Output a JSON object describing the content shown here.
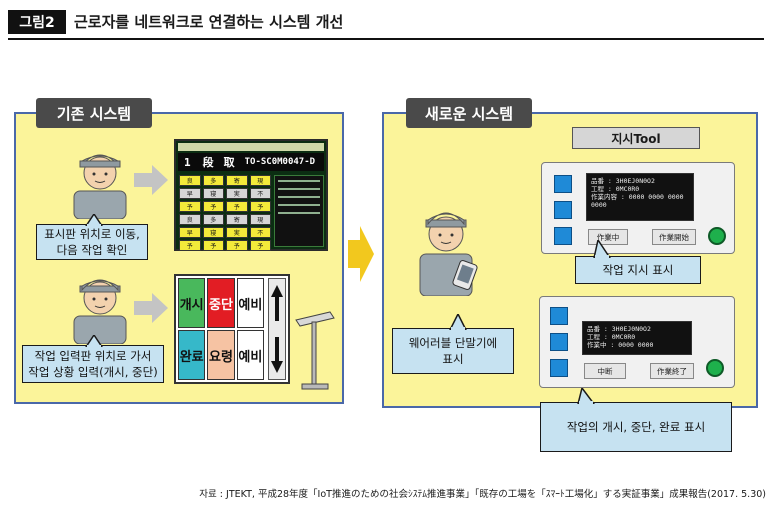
{
  "header": {
    "figure_label": "그림2",
    "title": "근로자를 네트워크로 연결하는 시스템 개선"
  },
  "left_panel": {
    "tag": "기존 시스템",
    "callout_top": [
      "표시판 위치로 이동,",
      "다음 작업 확인"
    ],
    "callout_bottom": [
      "작업 입력판 위치로 가서",
      "작업 상황 입력(개시, 중단)"
    ],
    "display_panel": {
      "row_number": "1",
      "row_text_a": "段",
      "row_text_b": "取",
      "row_code": "TO-SC0M0047-D",
      "key_labels": [
        "良",
        "多",
        "寄",
        "現",
        "早",
        "寝",
        "実",
        "不",
        "予",
        "予",
        "予",
        "予"
      ]
    },
    "input_board": {
      "cells": [
        {
          "label": "개시",
          "color": "#49b85c"
        },
        {
          "label": "중단",
          "color": "#e21d24"
        },
        {
          "label": "예비",
          "color": "#ffffff"
        },
        {
          "label": "완료",
          "color": "#36b8c9"
        },
        {
          "label": "요령",
          "color": "#f6c3a3"
        },
        {
          "label": "예비",
          "color": "#ffffff"
        }
      ]
    }
  },
  "right_panel": {
    "tag": "새로운 시스템",
    "tool_label": "지시Tool",
    "callout_worker": [
      "웨어러블 단말기에",
      "표시"
    ],
    "callout_instruction": "작업 지시 표시",
    "callout_status": "작업의 개시, 중단, 완료 표시",
    "tablet_top": {
      "lines": [
        "品番 : 3H0EJ0N0O2",
        "工程 : 0MC0R0",
        "作業内容 : 0000 0000 0000 0000"
      ],
      "btn_left": "作業中",
      "btn_right": "作業開始"
    },
    "tablet_bottom": {
      "lines": [
        "品番 : 3H0EJ0N0O2",
        "工程 : 0MC0R0",
        "作業中 : 0000 0000"
      ],
      "btn_left": "中断",
      "btn_right": "作業終了"
    }
  },
  "source": "자료 : JTEKT, 平成28年度「IoT推進のための社会ｼｽﾃﾑ推進事業」「既存の工場を「ｽﾏｰﾄ工場化」する実証事業」成果報告(2017. 5.30)",
  "colors": {
    "panel_fill": "#fbf49a",
    "panel_border": "#4a68a9",
    "callout_fill": "#c6e2f1",
    "big_arrow": "#f2c81e"
  }
}
